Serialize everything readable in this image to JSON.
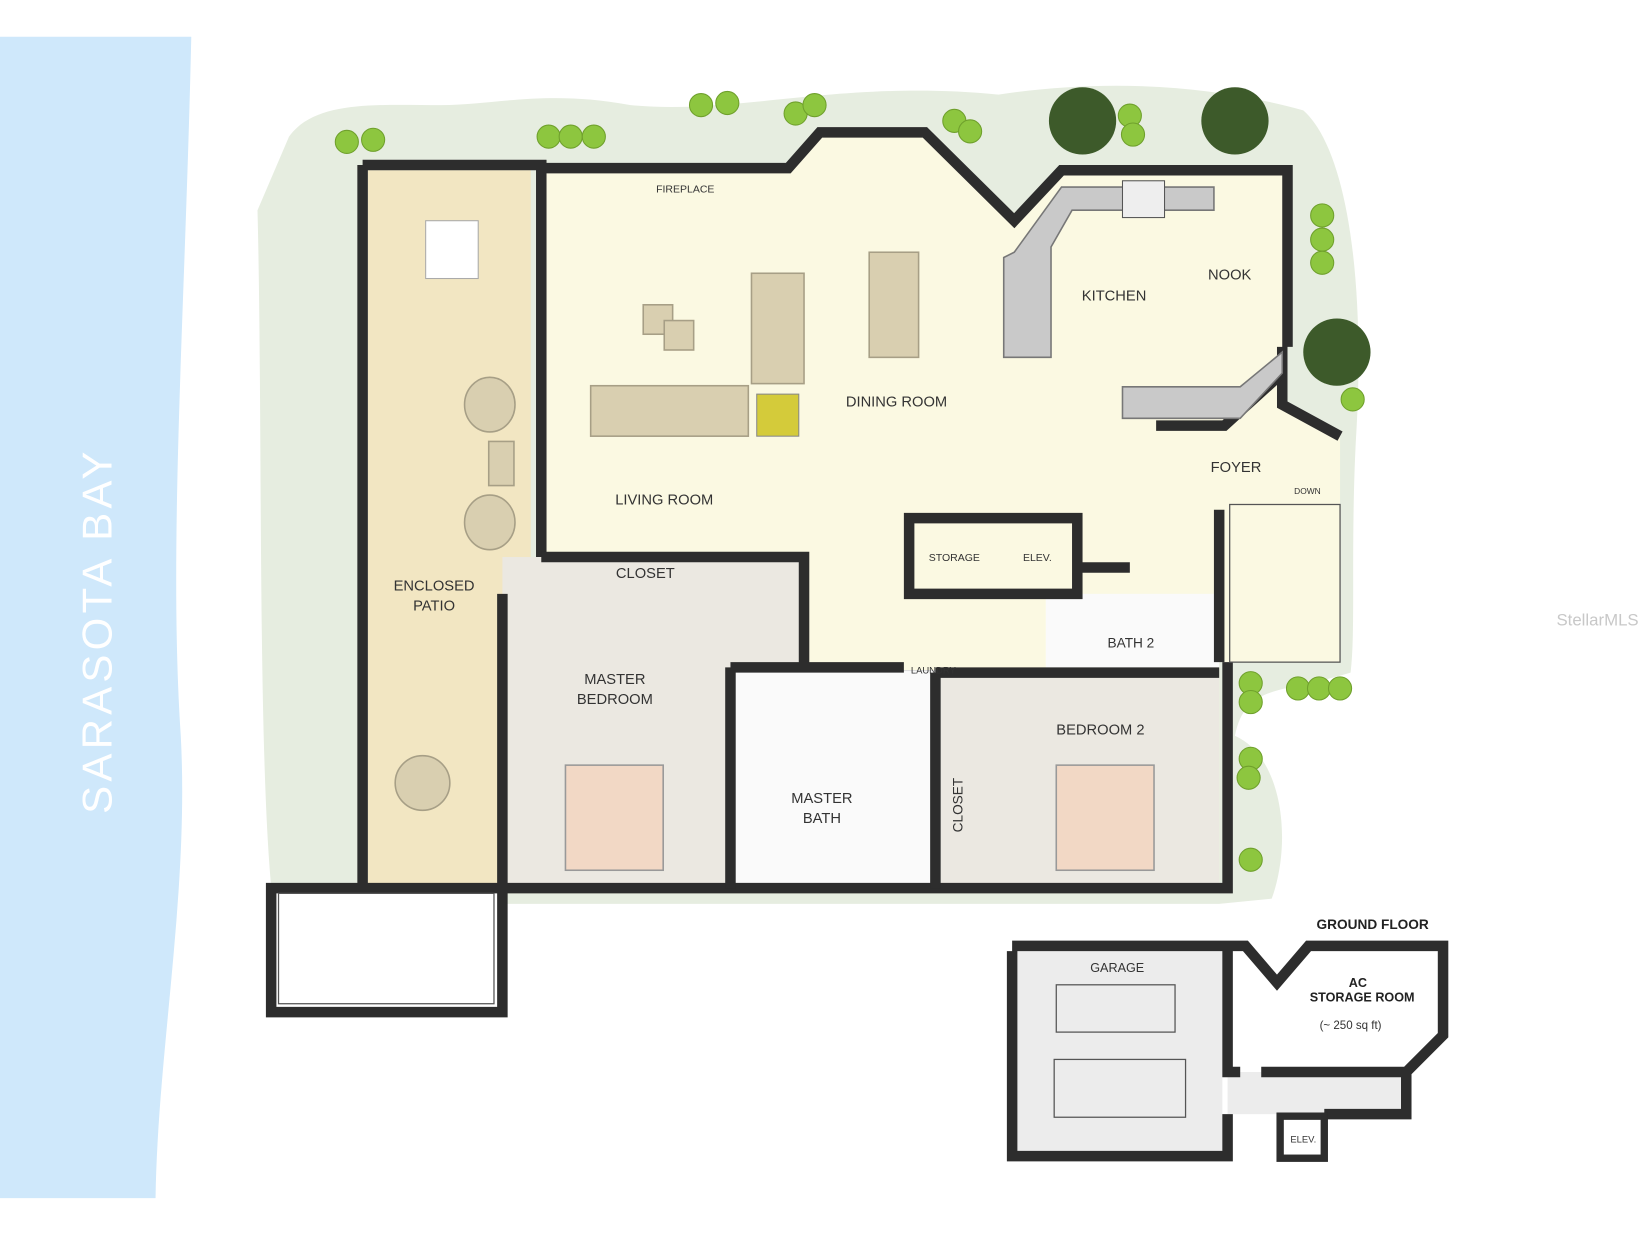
{
  "water_label": "SARASOTA BAY",
  "watermark": "StellarMLS",
  "colors": {
    "water": "#cfe8fb",
    "landscape": "#e6ede0",
    "main_floor": "#fbf9e2",
    "patio": "#f2e6c2",
    "bedroom": "#ebe8e1",
    "wall": "#2d2d2d",
    "tree": "#8dc63f"
  },
  "main_floor": {
    "rooms": {
      "fireplace": "FIREPLACE",
      "living_room": "LIVING ROOM",
      "dining_room": "DINING ROOM",
      "kitchen": "KITCHEN",
      "nook": "NOOK",
      "foyer": "FOYER",
      "down": "DOWN",
      "storage": "STORAGE",
      "elevator": "ELEV.",
      "bath_2": "BATH 2",
      "laundry": "LAUNDRY",
      "closet_master": "CLOSET",
      "enclosed_patio_1": "ENCLOSED",
      "enclosed_patio_2": "PATIO",
      "master_bedroom_1": "MASTER",
      "master_bedroom_2": "BEDROOM",
      "master_bath_1": "MASTER",
      "master_bath_2": "BATH",
      "closet_bedroom2": "CLOSET",
      "bedroom_2": "BEDROOM 2"
    }
  },
  "ground_floor": {
    "title": "GROUND FLOOR",
    "garage": "GARAGE",
    "storage_1": "AC",
    "storage_2": "STORAGE ROOM",
    "storage_area": "(~ 250 sq ft)",
    "elevator": "ELEV."
  }
}
